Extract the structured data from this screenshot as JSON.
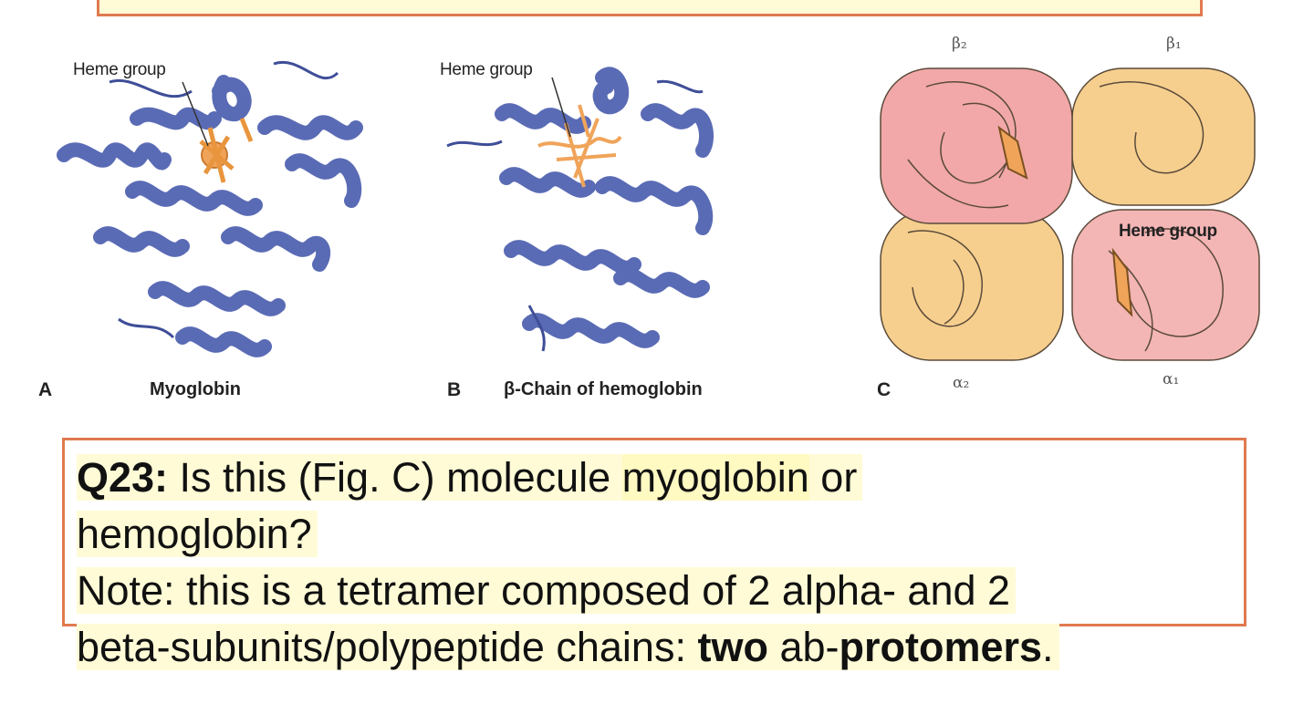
{
  "panels": {
    "a": {
      "letter": "A",
      "caption": "Myoglobin",
      "heme_label": "Heme group"
    },
    "b": {
      "letter": "B",
      "caption": "β-Chain of hemoglobin",
      "heme_label": "Heme group"
    },
    "c": {
      "letter": "C",
      "heme_label": "Heme group",
      "subunits": {
        "beta2": "β₂",
        "beta1": "β₁",
        "alpha2": "α₂",
        "alpha1": "α₁"
      }
    }
  },
  "colors": {
    "ribbon": "#5a6bb5",
    "heme": "#f0a45a",
    "pink": "#f2a8a8",
    "tan": "#f6cf8e",
    "border": "#e07a4f",
    "highlight": "#fffbd6"
  },
  "question": {
    "label": "Q23:",
    "line1_a": " Is this (Fig. C) molecule ",
    "highlight_word": "myoglobin",
    "line1_b": " or",
    "line2": "hemoglobin?",
    "note_line3": "Note: this is a tetramer composed of 2 alpha- and 2",
    "note_line4_a": "beta-subunits/polypeptide chains: ",
    "bold_two": "two",
    "note_mid": " ab-",
    "bold_protomers": "protomers",
    "period": "."
  }
}
